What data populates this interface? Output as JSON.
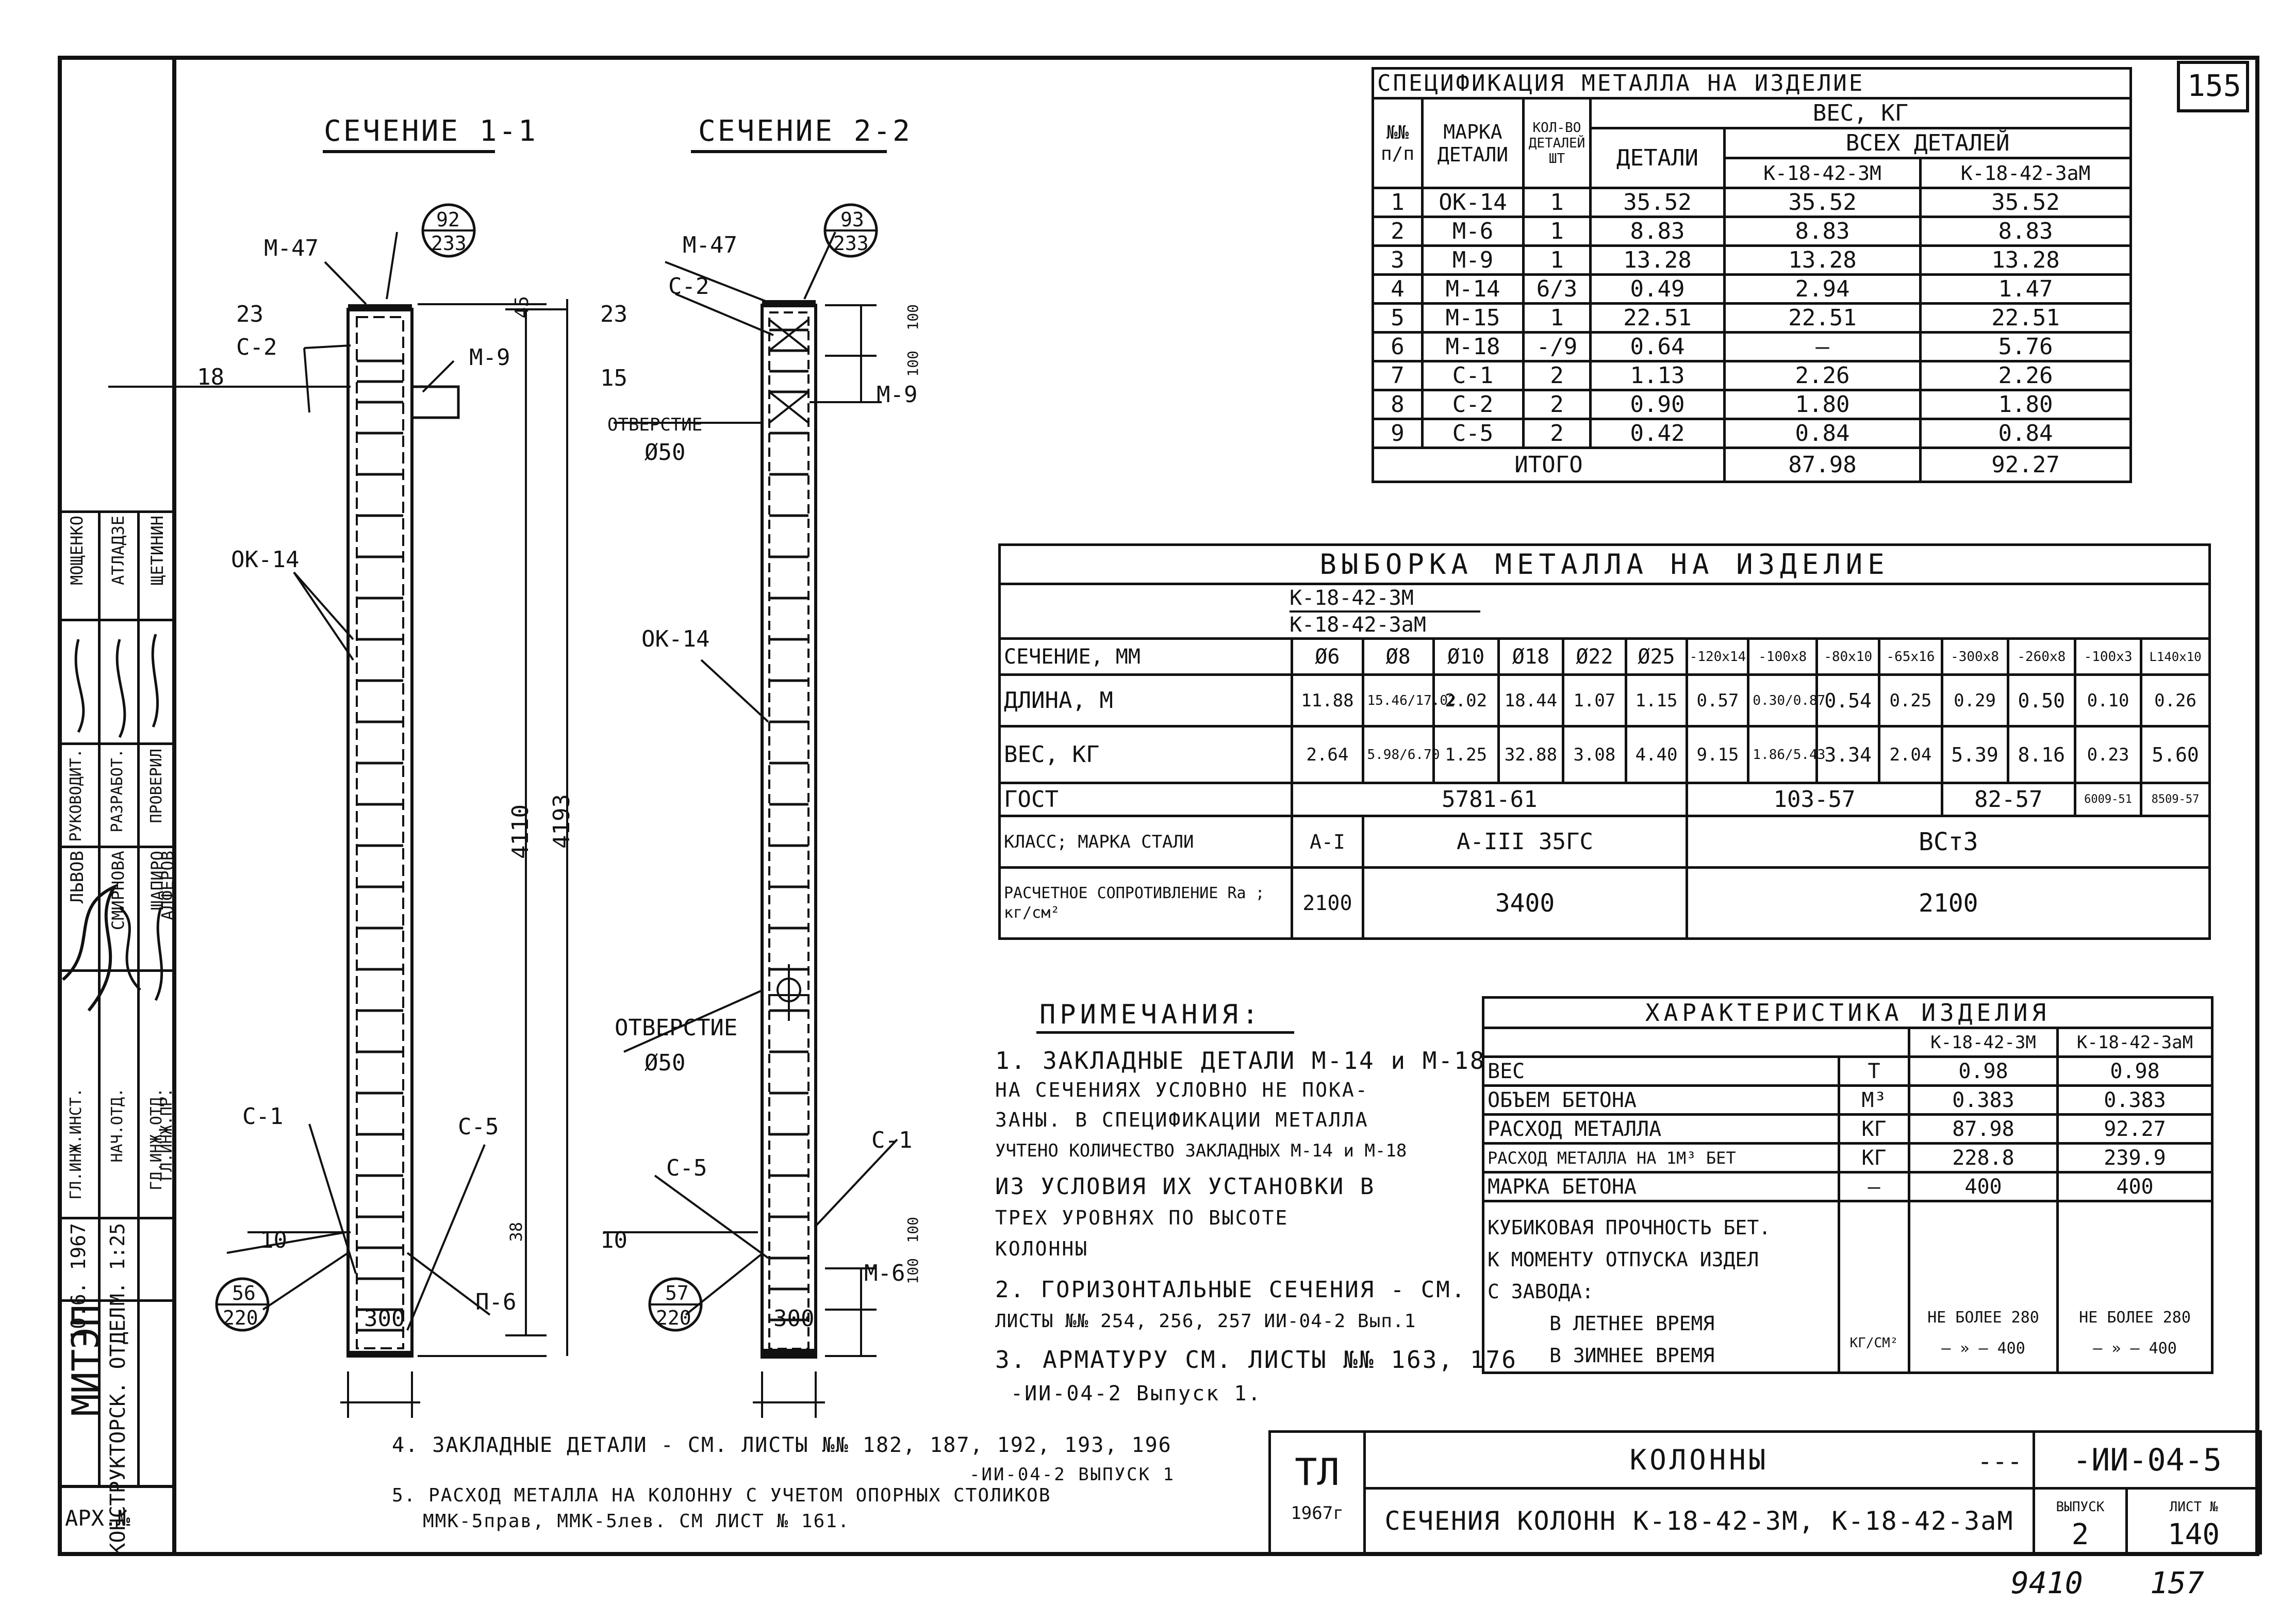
{
  "page_number": "155",
  "bottom_numbers": {
    "left": "9410",
    "right": "157"
  },
  "sidebar": {
    "arch": "АРХ.№",
    "org": "МИТЭП",
    "dept": "КОНСТРУКТОРСК. ОТДЕЛ",
    "date": "10.6. 1967",
    "scale": "М. 1:25",
    "roles": [
      "ГЛ.ИНЖ.ИНСТ.",
      "НАЧ.ОТД.",
      "ГЛ.ИНЖ.ОТД.",
      "ГЛ.ИНЖ.ПР.",
      "РУКОВОДИТ.",
      "РАЗРАБОТ.",
      "ПРОВЕРИЛ"
    ],
    "names": [
      "ЛЬВОВ",
      "СМИРНОВА",
      "ШАПИРО",
      "АЛФЕРОВ",
      "МОЩЕНКО",
      "АТЛАДЗЕ",
      "ЩЕТИНИН"
    ]
  },
  "section1": {
    "title": "СЕЧЕНИЕ 1-1",
    "labels": {
      "m47": "М-47",
      "c2": "С-2",
      "m9": "М-9",
      "ok14": "ОК-14",
      "c1": "С-1",
      "c5": "С-5",
      "p6": "П-6",
      "d23": "23",
      "d18": "18",
      "d10": "10",
      "d45": "45",
      "d4110": "4110",
      "d4193": "4193",
      "d38": "38",
      "d300": "300"
    },
    "circle_top": {
      "num": "92",
      "den": "233"
    },
    "circle_bottom": {
      "num": "56",
      "den": "220"
    }
  },
  "section2": {
    "title": "СЕЧЕНИЕ 2-2",
    "labels": {
      "m47": "М-47",
      "c2": "С-2",
      "m9": "М-9",
      "ok14": "ОК-14",
      "c1": "С-1",
      "c5": "С-5",
      "m6": "М-6",
      "d23": "23",
      "d15": "15",
      "d10": "10",
      "d300": "300",
      "d100a": "100",
      "d100b": "100",
      "d100c": "100",
      "d100d": "100",
      "hole_top": "ОТВЕРСТИЕ",
      "hole_top_d": "Ø50",
      "hole_mid": "ОТВЕРСТИЕ",
      "hole_mid_d": "Ø50"
    },
    "circle_top": {
      "num": "93",
      "den": "233"
    },
    "circle_bottom": {
      "num": "57",
      "den": "220"
    }
  },
  "spec": {
    "title": "СПЕЦИФИКАЦИЯ МЕТАЛЛА НА ИЗДЕЛИЕ",
    "h_no": "№№ п/п",
    "h_mark": "МАРКА ДЕТАЛИ",
    "h_qty": "КОЛ-ВО ДЕТАЛЕЙ ШТ",
    "h_weight": "ВЕС, КГ",
    "h_part": "ДЕТАЛИ",
    "h_all": "ВСЕХ ДЕТАЛЕЙ",
    "h_v1": "К-18-42-3М",
    "h_v2": "К-18-42-3аМ",
    "rows": [
      [
        "1",
        "ОК-14",
        "1",
        "35.52",
        "35.52",
        "35.52"
      ],
      [
        "2",
        "М-6",
        "1",
        "8.83",
        "8.83",
        "8.83"
      ],
      [
        "3",
        "М-9",
        "1",
        "13.28",
        "13.28",
        "13.28"
      ],
      [
        "4",
        "М-14",
        "6/3",
        "0.49",
        "2.94",
        "1.47"
      ],
      [
        "5",
        "М-15",
        "1",
        "22.51",
        "22.51",
        "22.51"
      ],
      [
        "6",
        "М-18",
        "-/9",
        "0.64",
        "—",
        "5.76"
      ],
      [
        "7",
        "С-1",
        "2",
        "1.13",
        "2.26",
        "2.26"
      ],
      [
        "8",
        "С-2",
        "2",
        "0.90",
        "1.80",
        "1.80"
      ],
      [
        "9",
        "С-5",
        "2",
        "0.42",
        "0.84",
        "0.84"
      ]
    ],
    "total_label": "ИТОГО",
    "total_v1": "87.98",
    "total_v2": "92.27"
  },
  "vyborka": {
    "title": "ВЫБОРКА МЕТАЛЛА НА ИЗДЕЛИЕ",
    "sub1": "К-18-42-3М",
    "sub2": "К-18-42-3аМ",
    "h_section": "СЕЧЕНИЕ, ММ",
    "cols": [
      "Ø6",
      "Ø8",
      "Ø10",
      "Ø18",
      "Ø22",
      "Ø25",
      "-120х14",
      "-100х8",
      "-80х10",
      "-65х16",
      "-300х8",
      "-260х8",
      "-100х3",
      "L140х10"
    ],
    "h_length": "ДЛИНА, М",
    "length": [
      "11.88",
      "15.46/17.02",
      "2.02",
      "18.44",
      "1.07",
      "1.15",
      "0.57",
      "0.30/0.87",
      "0.54",
      "0.25",
      "0.29",
      "0.50",
      "0.10",
      "0.26"
    ],
    "h_weight": "ВЕС, КГ",
    "weight": [
      "2.64",
      "5.98/6.70",
      "1.25",
      "32.88",
      "3.08",
      "4.40",
      "9.15",
      "1.86/5.43",
      "3.34",
      "2.04",
      "5.39",
      "8.16",
      "0.23",
      "5.60"
    ],
    "h_gost": "ГОСТ",
    "gost": [
      "5781-61",
      "103-57",
      "82-57",
      "6009-51",
      "8509-57"
    ],
    "h_class": "КЛАСС; МАРКА СТАЛИ",
    "class": [
      "А-I",
      "А-III 35ГС",
      "ВСт3"
    ],
    "h_res": "РАСЧЕТНОЕ СОПРОТИВЛЕНИЕ Rа ; кг/см²",
    "res": [
      "2100",
      "3400",
      "2100"
    ]
  },
  "notes": {
    "title": "ПРИМЕЧАНИЯ:",
    "lines": [
      "1. ЗАКЛАДНЫЕ ДЕТАЛИ М-14 и М-18",
      "НА СЕЧЕНИЯХ УСЛОВНО НЕ ПОКА-",
      "ЗАНЫ. В СПЕЦИФИКАЦИИ МЕТАЛЛА",
      "УЧТЕНО КОЛИЧЕСТВО ЗАКЛАДНЫХ М-14 и М-18",
      "ИЗ УСЛОВИЯ ИХ УСТАНОВКИ В",
      "ТРЕХ УРОВНЯХ ПО ВЫСОТЕ",
      "КОЛОННЫ",
      "2. ГОРИЗОНТАЛЬНЫЕ СЕЧЕНИЯ - СМ.",
      "ЛИСТЫ №№ 254, 256, 257 ИИ-04-2 Вып.1",
      "3. АРМАТУРУ СМ. ЛИСТЫ №№ 163, 176",
      "-ИИ-04-2 Выпуск 1."
    ],
    "line4a": "4. ЗАКЛАДНЫЕ ДЕТАЛИ - СМ. ЛИСТЫ №№ 182, 187, 192, 193, 196",
    "line4b": "-ИИ-04-2 ВЫПУСК 1",
    "line5a": "5. РАСХОД МЕТАЛЛА НА КОЛОННУ С УЧЕТОМ ОПОРНЫХ СТОЛИКОВ",
    "line5b": "ММК-5прав, ММК-5лев. СМ ЛИСТ № 161."
  },
  "char": {
    "title": "ХАРАКТЕРИСТИКА ИЗДЕЛИЯ",
    "h_v1": "К-18-42-3М",
    "h_v2": "К-18-42-3аМ",
    "rows": [
      [
        "ВЕС",
        "Т",
        "0.98",
        "0.98"
      ],
      [
        "ОБЪЕМ БЕТОНА",
        "М³",
        "0.383",
        "0.383"
      ],
      [
        "РАСХОД МЕТАЛЛА",
        "КГ",
        "87.98",
        "92.27"
      ],
      [
        "РАСХОД МЕТАЛЛА НА 1М³ БЕТ",
        "КГ",
        "228.8",
        "239.9"
      ],
      [
        "МАРКА БЕТОНА",
        "—",
        "400",
        "400"
      ]
    ],
    "cube_l1": "КУБИКОВАЯ ПРОЧНОСТЬ БЕТ.",
    "cube_l2": "К МОМЕНТУ ОТПУСКА ИЗДЕЛ",
    "cube_l3": "С ЗАВОДА:",
    "summer": "В ЛЕТНЕЕ ВРЕМЯ",
    "winter": "В ЗИМНЕЕ ВРЕМЯ",
    "unit": "КГ/СМ²",
    "v1_summer": "НЕ БОЛЕЕ 280",
    "v1_winter": "— » — 400",
    "v2_summer": "НЕ БОЛЕЕ 280",
    "v2_winter": "— » — 400"
  },
  "title_block": {
    "tl": "ТЛ",
    "year": "1967г",
    "name": "КОЛОННЫ",
    "dash": "---",
    "code": "-ИИ-04-5",
    "subtitle": "СЕЧЕНИЯ КОЛОНН К-18-42-3М, К-18-42-3аМ",
    "issue_label": "ВЫПУСК",
    "issue": "2",
    "sheet_label": "ЛИСТ №",
    "sheet": "140"
  }
}
